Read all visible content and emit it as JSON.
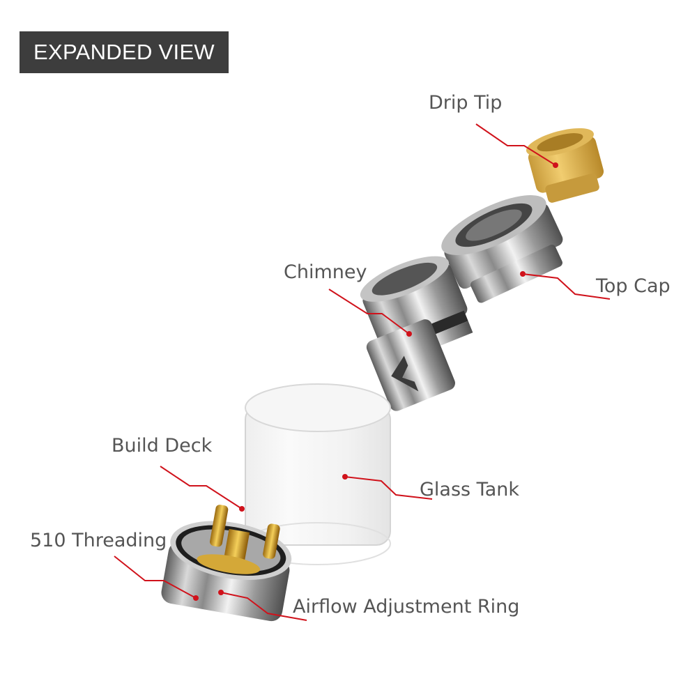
{
  "title": "EXPANDED VIEW",
  "labels": {
    "drip_tip": "Drip Tip",
    "top_cap": "Top Cap",
    "chimney": "Chimney",
    "glass_tank": "Glass Tank",
    "build_deck": "Build Deck",
    "threading_510": "510 Threading",
    "airflow_ring": "Airflow Adjustment Ring"
  },
  "colors": {
    "leader_line": "#d0121b",
    "title_bg": "#3d3d3d",
    "label_text": "#555555"
  },
  "icons": [
    "drip-tip-part",
    "top-cap-part",
    "chimney-part",
    "glass-tank-part",
    "build-deck-part"
  ]
}
